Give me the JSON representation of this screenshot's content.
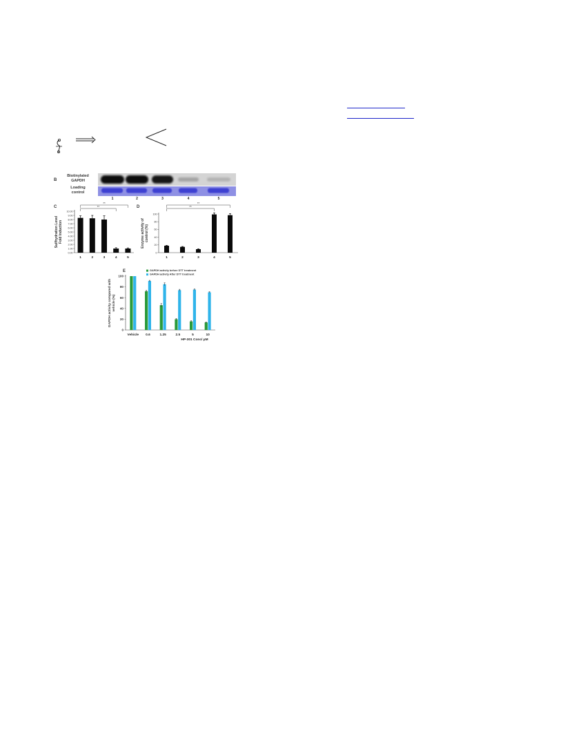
{
  "figure": {
    "panel_labels": {
      "b": "B",
      "c": "C",
      "d": "D",
      "e": "E"
    },
    "gel": {
      "row1_label": "Biotinylated GAPDH",
      "row2_label": "Loading control",
      "lanes": [
        "1",
        "2",
        "3",
        "4",
        "5"
      ],
      "band_intensity": [
        1.0,
        1.0,
        0.95,
        0.25,
        0.18
      ]
    },
    "significance": "**"
  },
  "chart_data": [
    {
      "type": "bar",
      "panel": "C",
      "categories": [
        "1",
        "2",
        "3",
        "4",
        "5"
      ],
      "values": [
        8.4,
        8.3,
        8.0,
        1.0,
        1.0
      ],
      "ylabel": "Sulfhydration Level Fold Induction",
      "ylim": [
        0,
        10
      ],
      "yticks": [
        "0.00",
        "1.00",
        "2.00",
        "3.00",
        "4.00",
        "5.00",
        "6.00",
        "7.00",
        "8.00",
        "9.00",
        "10.00"
      ],
      "annotations": [
        "**",
        "**"
      ]
    },
    {
      "type": "bar",
      "panel": "D",
      "categories": [
        "1",
        "2",
        "3",
        "4",
        "5"
      ],
      "values": [
        18,
        15,
        9,
        99,
        97
      ],
      "ylabel": "Enzyme activity of control (%)",
      "ylim": [
        0,
        100
      ],
      "yticks": [
        "0",
        "20",
        "40",
        "60",
        "80",
        "100"
      ],
      "annotations": [
        "**",
        "**"
      ]
    },
    {
      "type": "bar",
      "panel": "E",
      "categories": [
        "Vehicle",
        "0.6",
        "1.25",
        "2.5",
        "5",
        "10"
      ],
      "series": [
        {
          "name": "GAPDH activity before DTT treatment",
          "color": "#2a9a3a",
          "values": [
            100,
            72,
            46,
            20,
            16,
            14
          ]
        },
        {
          "name": "GAPDH activity After DTT treatment",
          "color": "#2fb4ea",
          "values": [
            100,
            91,
            85,
            74,
            75,
            70
          ]
        }
      ],
      "xlabel": "HP-301 Conc/ μM",
      "ylabel": "GAPDH activity compared with vehicle (%)",
      "ylim": [
        0,
        100
      ],
      "yticks": [
        "0",
        "20",
        "40",
        "60",
        "80",
        "100"
      ]
    }
  ]
}
